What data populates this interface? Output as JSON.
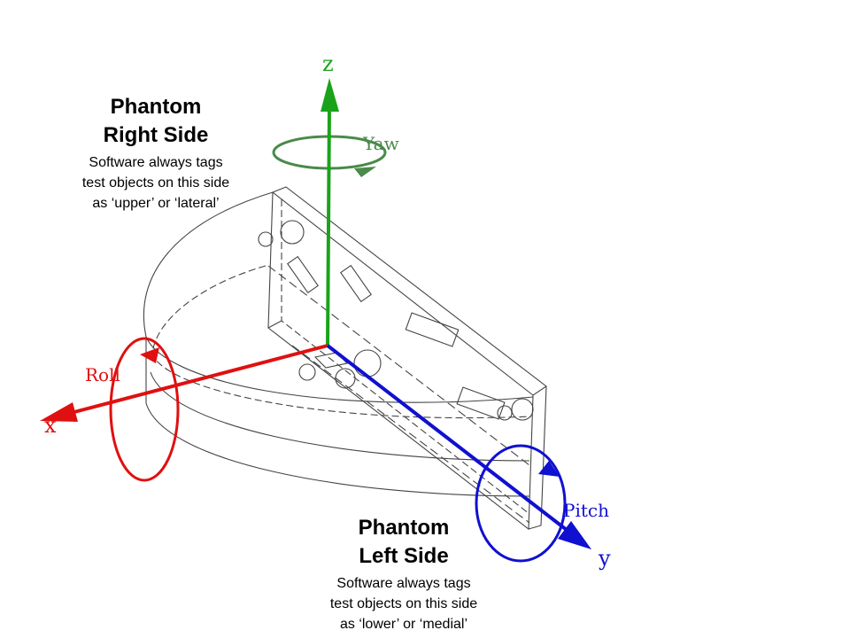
{
  "right_side": {
    "title_line1": "Phantom",
    "title_line2": "Right Side",
    "desc_lines": [
      "Software always tags",
      "test objects on this side",
      "as ‘upper’ or ‘lateral’"
    ]
  },
  "left_side": {
    "title_line1": "Phantom",
    "title_line2": "Left Side",
    "desc_lines": [
      "Software always tags",
      "test objects on this side",
      "as ‘lower’ or ‘medial’"
    ]
  },
  "axes": {
    "z": {
      "label": "z",
      "rotation": "Yaw",
      "color": "#1aa31a"
    },
    "x": {
      "label": "x",
      "rotation": "Roll",
      "color": "#e01010"
    },
    "y": {
      "label": "y",
      "rotation": "Pitch",
      "color": "#1010d0"
    }
  }
}
